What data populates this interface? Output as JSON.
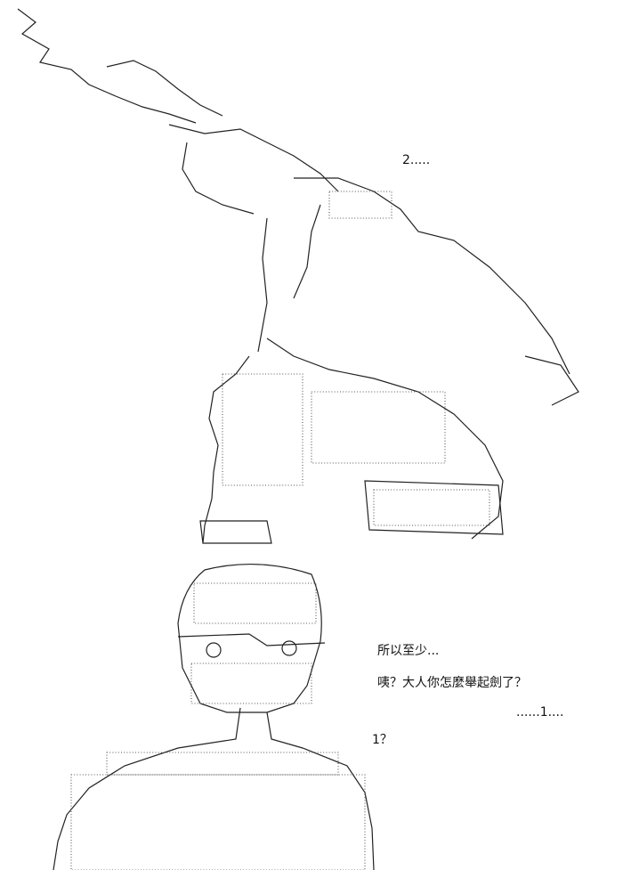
{
  "dialogue": {
    "line_1": "2.....",
    "line_2": "所以至少...",
    "line_3": "咦？大人你怎麼舉起劍了？",
    "line_4": "......1....",
    "line_5": "1？"
  }
}
